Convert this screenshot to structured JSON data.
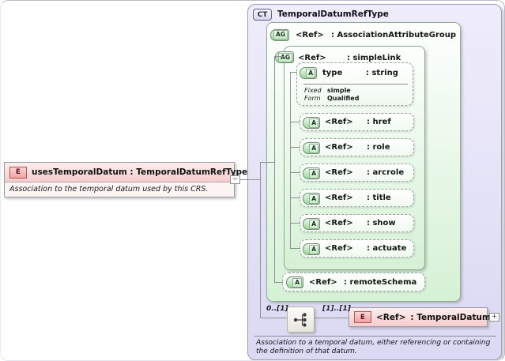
{
  "source_element": {
    "badge": "E",
    "title": "usesTemporalDatum : TemporalDatumRefType",
    "annotation": "Association to the temporal datum used by this CRS.",
    "collapse_glyph": "−"
  },
  "complex_type": {
    "badge": "CT",
    "title": "TemporalDatumRefType",
    "annotation": "Association to a temporal datum, either referencing or containing the definition of that datum.",
    "association_group": {
      "badge": "AG",
      "name": "<Ref>",
      "type": ": AssociationAttributeGroup",
      "simple_link": {
        "badge": "AG",
        "name": "<Ref>",
        "type": ": simpleLink",
        "type_attribute": {
          "badge": "A",
          "name": "type",
          "type": ": string",
          "facets": [
            {
              "label": "Fixed",
              "value": "simple"
            },
            {
              "label": "Form",
              "value": "Qualified"
            }
          ]
        },
        "attributes": [
          {
            "badge": "A",
            "name": "<Ref>",
            "type": ": href"
          },
          {
            "badge": "A",
            "name": "<Ref>",
            "type": ": role"
          },
          {
            "badge": "A",
            "name": "<Ref>",
            "type": ": arcrole"
          },
          {
            "badge": "A",
            "name": "<Ref>",
            "type": ": title"
          },
          {
            "badge": "A",
            "name": "<Ref>",
            "type": ": show"
          },
          {
            "badge": "A",
            "name": "<Ref>",
            "type": ": actuate"
          }
        ]
      },
      "remote_schema": {
        "badge": "A",
        "name": "<Ref>",
        "type": ": remoteSchema"
      }
    },
    "sequence": {
      "occurs": "0..[1]",
      "child_occurs": "[1]..[1]"
    },
    "temporal_datum": {
      "badge": "E",
      "name": "<Ref>",
      "type": ": TemporalDatum",
      "expand_glyph": "+"
    }
  },
  "colors": {
    "element_pink": "#f7cccc",
    "group_green": "#d5f1d5",
    "complextype_lavender": "#dbd9f3",
    "line_gray": "#8f8f8f"
  }
}
